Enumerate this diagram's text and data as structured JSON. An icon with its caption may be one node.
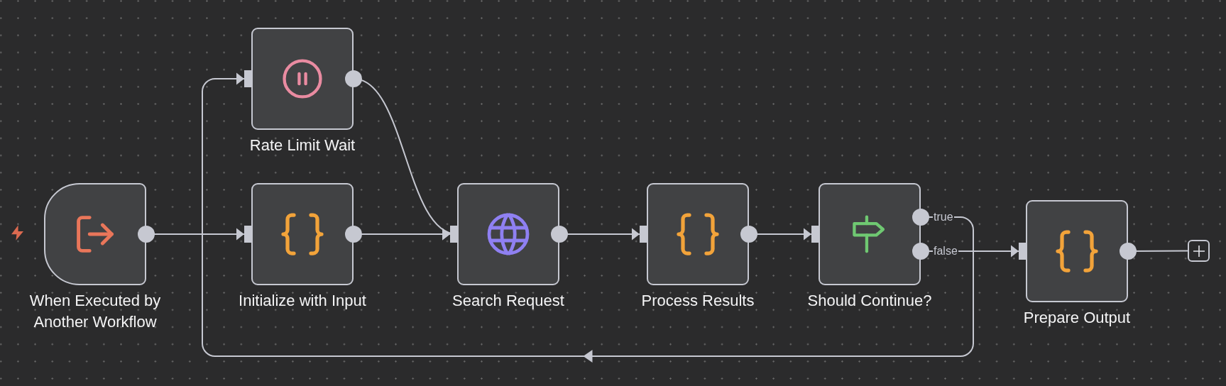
{
  "diagram": {
    "nodes": [
      {
        "text": [
          "When Executed by Another Workflow"
        ]
      },
      {
        "text": [
          "Rate Limit Wait"
        ]
      },
      {
        "text": [
          "Initialize with Input"
        ]
      },
      {
        "text": [
          "Search Request"
        ]
      },
      {
        "text": [
          "Process Results"
        ]
      },
      {
        "text": [
          "Should Continue?"
        ]
      },
      {
        "text": [
          "Prepare Output"
        ]
      },
      {
        "text": [],
        "shape": "box"
      }
    ],
    "edges": [
      {
        "from": 0,
        "to": 2,
        "arrow": "to"
      },
      {
        "from": 2,
        "to": 3,
        "arrow": "to"
      },
      {
        "from": 1,
        "to": 3,
        "arrow": "to"
      },
      {
        "from": 3,
        "to": 4,
        "arrow": "to"
      },
      {
        "from": 4,
        "to": 5,
        "arrow": "to"
      },
      {
        "from": 5,
        "to": 6,
        "arrow": "to",
        "label": "false"
      },
      {
        "from": 5,
        "to": 1,
        "arrow": "to",
        "label": "true"
      },
      {
        "from": 6,
        "to": 7,
        "arrow": "other"
      }
    ]
  }
}
